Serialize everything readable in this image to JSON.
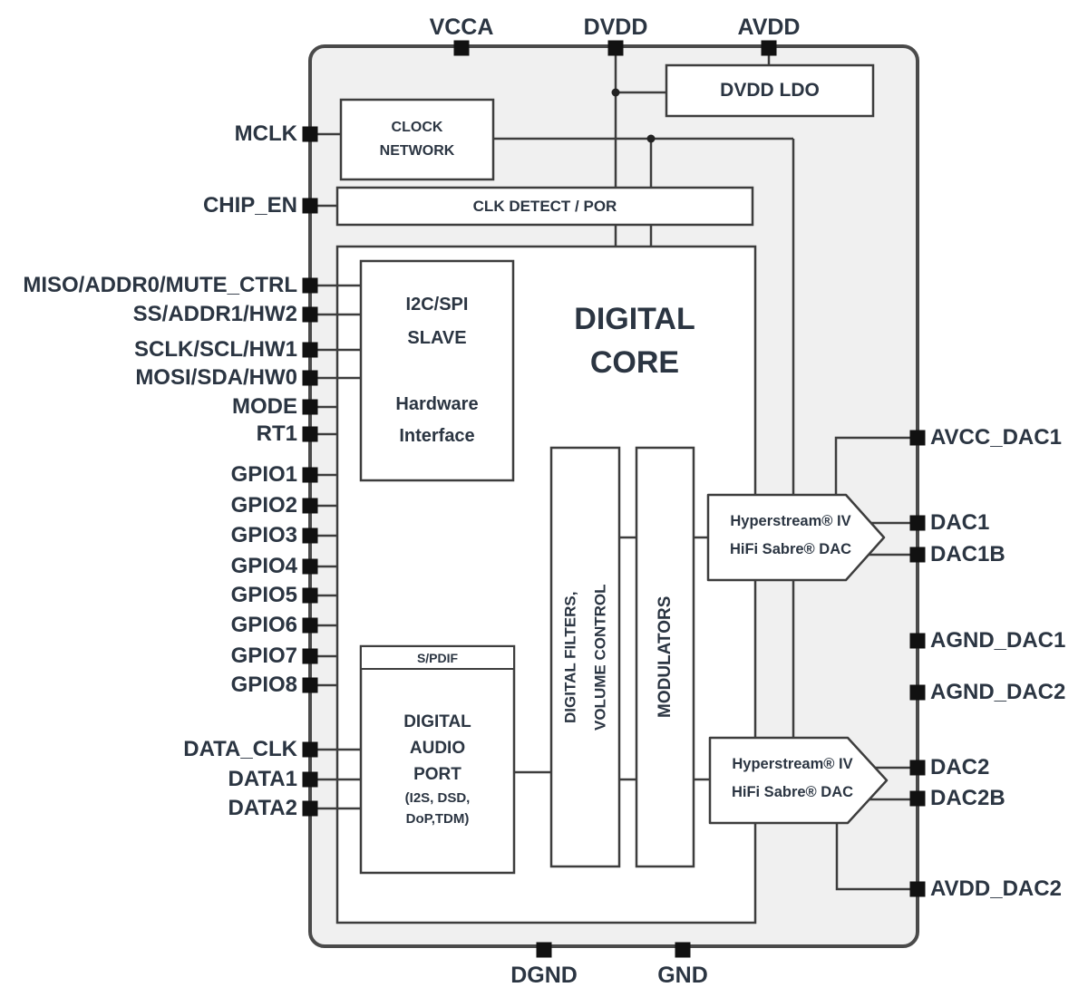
{
  "pins": {
    "top": [
      "VCCA",
      "DVDD",
      "AVDD"
    ],
    "left": [
      "MCLK",
      "CHIP_EN",
      "MISO/ADDR0/MUTE_CTRL",
      "SS/ADDR1/HW2",
      "SCLK/SCL/HW1",
      "MOSI/SDA/HW0",
      "MODE",
      "RT1",
      "GPIO1",
      "GPIO2",
      "GPIO3",
      "GPIO4",
      "GPIO5",
      "GPIO6",
      "GPIO7",
      "GPIO8",
      "DATA_CLK",
      "DATA1",
      "DATA2"
    ],
    "right": [
      "AVCC_DAC1",
      "DAC1",
      "DAC1B",
      "AGND_DAC1",
      "AGND_DAC2",
      "DAC2",
      "DAC2B",
      "AVDD_DAC2"
    ],
    "bottom": [
      "DGND",
      "GND"
    ]
  },
  "blocks": {
    "dvdd_ldo": "DVDD LDO",
    "clock_network": "CLOCK\nNETWORK",
    "clk_detect_por": "CLK DETECT / POR",
    "digital_core": "DIGITAL\nCORE",
    "i2c_spi_slave": "I2C/SPI\nSLAVE",
    "hardware_interface": "Hardware\nInterface",
    "spdif": "S/PDIF",
    "digital_audio_port": {
      "l1": "DIGITAL",
      "l2": "AUDIO",
      "l3": "PORT",
      "l4": "(I2S, DSD,",
      "l5": "DoP,TDM)"
    },
    "digital_filters": "DIGITAL FILTERS,\nVOLUME CONTROL",
    "modulators": "MODULATORS",
    "hyperstream_dac1": "Hyperstream® IV\nHiFi Sabre® DAC",
    "hyperstream_dac2": "Hyperstream® IV\nHiFi Sabre® DAC"
  },
  "colors": {
    "chip_fill": "#f0f0f0",
    "chip_border": "#4a4a4a",
    "box_fill": "#ffffff",
    "line": "#3d3d3d",
    "pin": "#111111",
    "text": "#2b3542"
  }
}
